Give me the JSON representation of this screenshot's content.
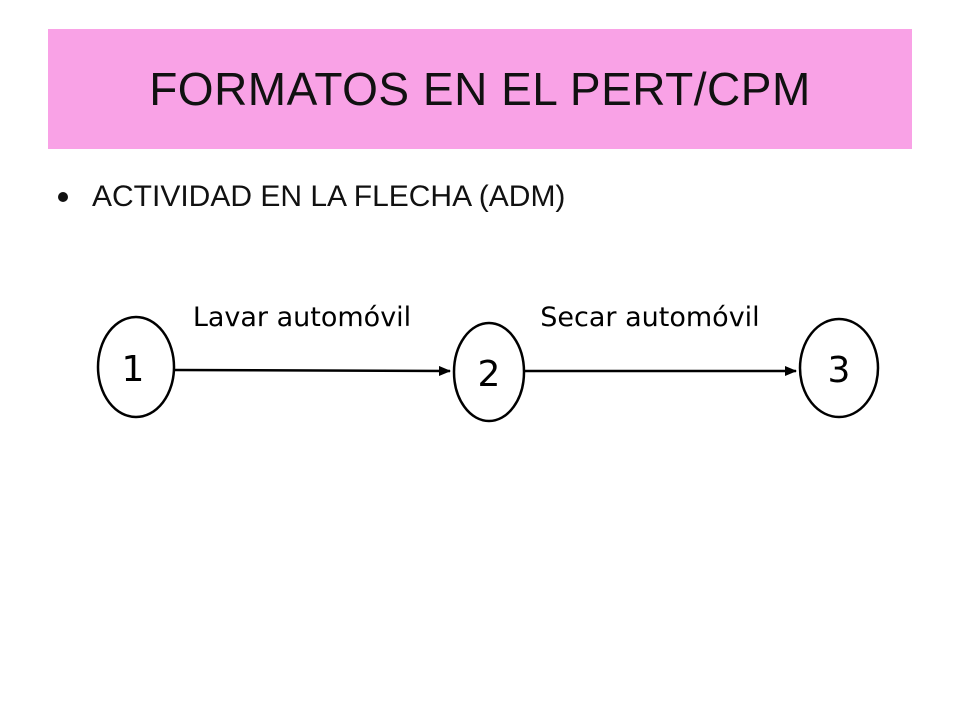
{
  "title": "FORMATOS EN EL PERT/CPM",
  "bullet": "ACTIVIDAD EN LA FLECHA (ADM)",
  "colors": {
    "title_background": "#f9a2e6",
    "text": "#111111",
    "diagram_stroke": "#000000"
  },
  "diagram": {
    "nodes": [
      {
        "label": "1"
      },
      {
        "label": "2"
      },
      {
        "label": "3"
      }
    ],
    "activities": [
      {
        "label": "Lavar automóvil",
        "from": "1",
        "to": "2"
      },
      {
        "label": "Secar automóvil",
        "from": "2",
        "to": "3"
      }
    ]
  }
}
